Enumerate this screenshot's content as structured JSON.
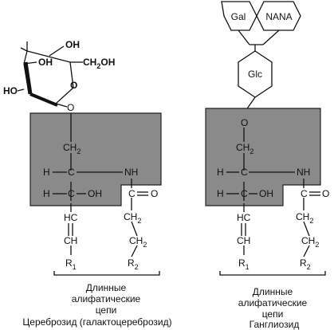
{
  "left": {
    "sugar": {
      "oh_top": "OH",
      "oh_left_top": "OH",
      "ch2oh": "CH",
      "ch2oh_sub": "2",
      "ch2oh_tail": "OH",
      "oh_left": "HO",
      "ring_o": "O",
      "link_o": "O"
    },
    "lipid": {
      "ch2": "CH",
      "ch2_sub": "2",
      "h_upper": "H",
      "c_upper": "C",
      "nh": "NH",
      "h_lower": "H",
      "c_lower": "C",
      "oh": "OH",
      "c_amide": "C",
      "o_amide": "O",
      "hc": "HC",
      "ch": "CH",
      "ch2_a": "CH",
      "ch2_a_sub": "2",
      "ch2_b": "CH",
      "ch2_b_sub": "2",
      "r1": "R",
      "r1_sub": "1",
      "r2": "R",
      "r2_sub": "2"
    },
    "caption": {
      "line1": "Длинные",
      "line2": "алифатические",
      "line3": "цепи",
      "title": "Цереброзид (галактоцереброзид)"
    }
  },
  "right": {
    "sugars": {
      "gal": "Gal",
      "nana": "NANA",
      "glc": "Glc",
      "link_o": "O"
    },
    "lipid": {
      "ch2": "CH",
      "ch2_sub": "2",
      "h_upper": "H",
      "c_upper": "C",
      "nh": "NH",
      "h_lower": "H",
      "c_lower": "C",
      "oh": "OH",
      "c_amide": "C",
      "o_amide": "O",
      "hc": "HC",
      "ch": "CH",
      "ch2_a": "CH",
      "ch2_a_sub": "2",
      "ch2_b": "CH",
      "ch2_b_sub": "2",
      "r1": "R",
      "r1_sub": "1",
      "r2": "R",
      "r2_sub": "2"
    },
    "caption": {
      "line1": "Длинные",
      "line2": "алифатические",
      "line3": "цепи",
      "title": "Ганглиозид"
    }
  },
  "colors": {
    "box_fill": "#8a8a8a",
    "line": "#111111"
  }
}
